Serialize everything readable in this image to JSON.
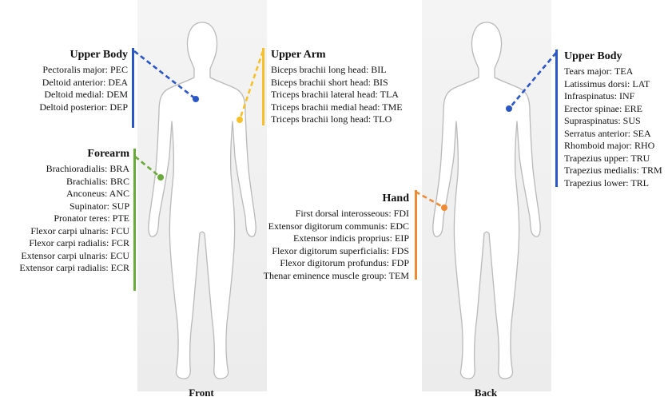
{
  "colors": {
    "upper_body": "#2a56c6",
    "upper_arm": "#f5c02a",
    "forearm": "#6aaa3a",
    "hand": "#ef8a35",
    "silhouette_outline": "#b9b9b9"
  },
  "views": {
    "front": "Front",
    "back": "Back"
  },
  "groups": {
    "upper_body_front": {
      "heading": "Upper Body",
      "items": [
        "Pectoralis major: PEC",
        "Deltoid anterior: DEA",
        "Deltoid medial: DEM",
        "Deltoid posterior: DEP"
      ]
    },
    "forearm": {
      "heading": "Forearm",
      "items": [
        "Brachioradialis: BRA",
        "Brachialis: BRC",
        "Anconeus: ANC",
        "Supinator: SUP",
        "Pronator teres: PTE",
        "Flexor carpi ulnaris: FCU",
        "Flexor carpi radialis: FCR",
        "Extensor carpi ulnaris: ECU",
        "Extensor carpi radialis: ECR"
      ]
    },
    "upper_arm": {
      "heading": "Upper Arm",
      "items": [
        "Biceps brachii long head: BIL",
        "Biceps brachii short head: BIS",
        "Triceps brachii lateral head: TLA",
        "Triceps brachii medial head: TME",
        "Triceps brachii long head: TLO"
      ]
    },
    "hand": {
      "heading": "Hand",
      "items": [
        "First dorsal interosseous: FDI",
        "Extensor digitorum communis: EDC",
        "Extensor indicis proprius: EIP",
        "Flexor digitorum superficialis: FDS",
        "Flexor digitorum profundus: FDP",
        "Thenar eminence muscle group: TEM"
      ]
    },
    "upper_body_back": {
      "heading": "Upper Body",
      "items": [
        "Tears major: TEA",
        "Latissimus dorsi: LAT",
        "Infraspinatus: INF",
        "Erector spinae: ERE",
        "Supraspinatus: SUS",
        "Serratus anterior: SEA",
        "Rhomboid major: RHO",
        "Trapezius upper: TRU",
        "Trapezius medialis: TRM",
        "Trapezius lower: TRL"
      ]
    }
  }
}
